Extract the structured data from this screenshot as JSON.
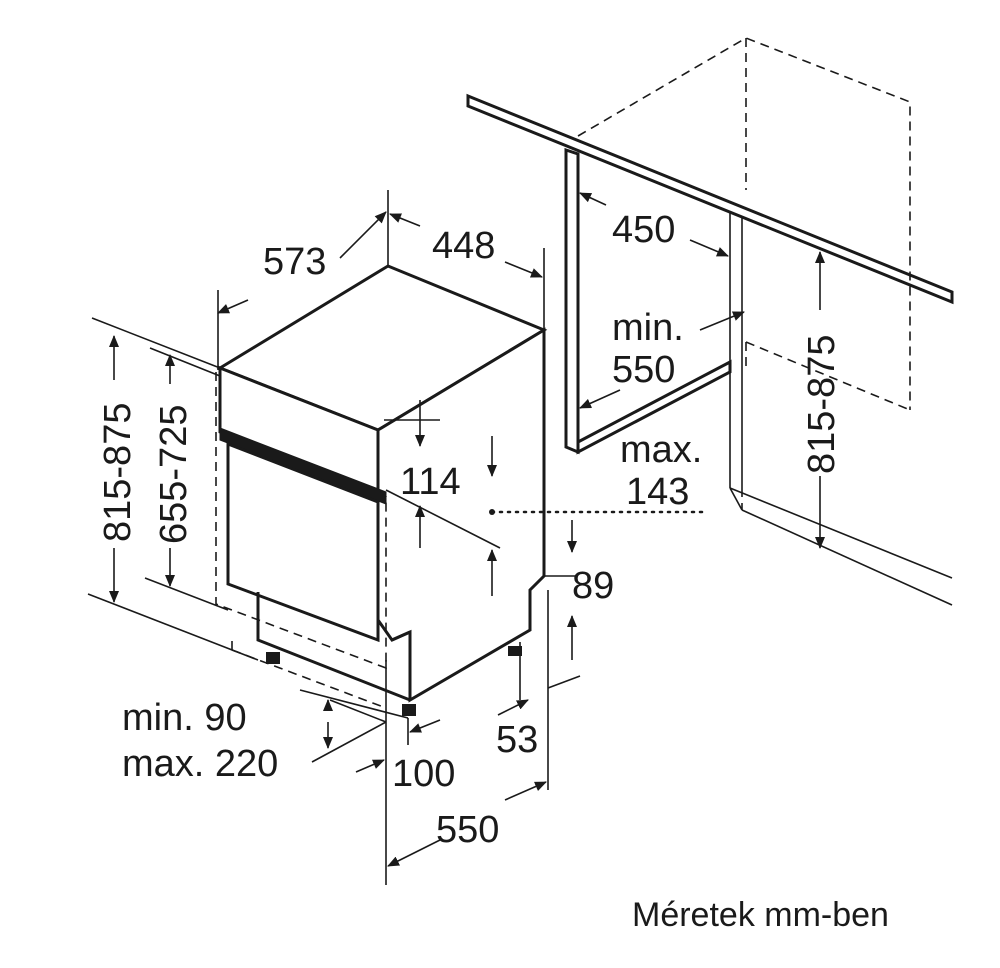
{
  "labels": {
    "depth_573": "573",
    "width_448": "448",
    "niche_width_450": "450",
    "niche_min_word": "min.",
    "niche_min_550": "550",
    "niche_height_815_875": "815-875",
    "height_815_875": "815-875",
    "height_655_725": "655-725",
    "panel_114": "114",
    "max_word": "max.",
    "max_143": "143",
    "plinth_89": "89",
    "plinth_53": "53",
    "min_90": "min. 90",
    "max_220": "max. 220",
    "foot_100": "100",
    "depth_550": "550"
  },
  "caption": "Méretek mm-ben",
  "colors": {
    "line": "#1a1a1a",
    "background": "#ffffff"
  }
}
